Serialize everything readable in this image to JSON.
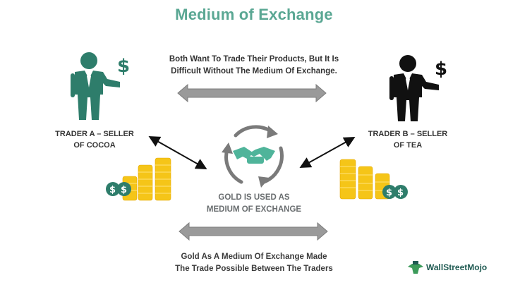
{
  "title": "Medium of Exchange",
  "top_caption": {
    "line1": "Both Want To Trade Their Products, But It Is",
    "line2": "Difficult Without The Medium Of Exchange."
  },
  "trader_a": {
    "line1": "TRADER A – SELLER",
    "line2": "OF COCOA",
    "icon": "businessman-dollar-icon",
    "color": "#2e7d6b"
  },
  "trader_b": {
    "line1": "TRADER B – SELLER",
    "line2": "OF TEA",
    "icon": "businessman-dollar-icon",
    "color": "#111111"
  },
  "center": {
    "line1": "GOLD IS USED AS",
    "line2": "MEDIUM OF EXCHANGE",
    "icon": "handshake-cycle-icon"
  },
  "bottom_caption": {
    "line1": "Gold As A Medium Of Exchange Made",
    "line2": "The Trade Possible Between The Traders"
  },
  "logo": {
    "text": "WallStreetMojo"
  },
  "colors": {
    "title": "#5aa793",
    "teal": "#2e7d6b",
    "gold": "#f5c518",
    "arrow_gray": "#9a9a9a",
    "cycle_gray": "#7a7a7a",
    "handshake": "#4fb49a"
  }
}
